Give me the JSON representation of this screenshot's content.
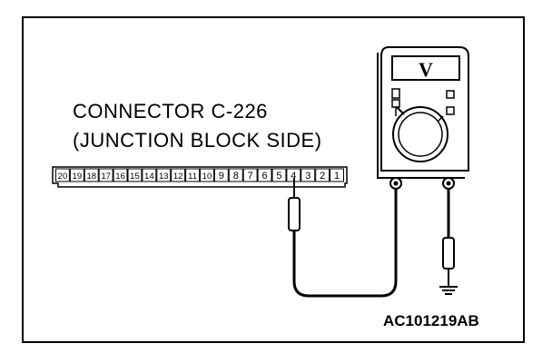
{
  "diagram": {
    "connector_title": "CONNECTOR C-226",
    "connector_subtitle": "(JUNCTION BLOCK SIDE)",
    "pins": [
      "20",
      "19",
      "18",
      "17",
      "16",
      "15",
      "14",
      "13",
      "12",
      "11",
      "10",
      "9",
      "8",
      "7",
      "6",
      "5",
      "4",
      "3",
      "2",
      "1"
    ],
    "meter_display": "V",
    "reference_code": "AC101219AB"
  }
}
